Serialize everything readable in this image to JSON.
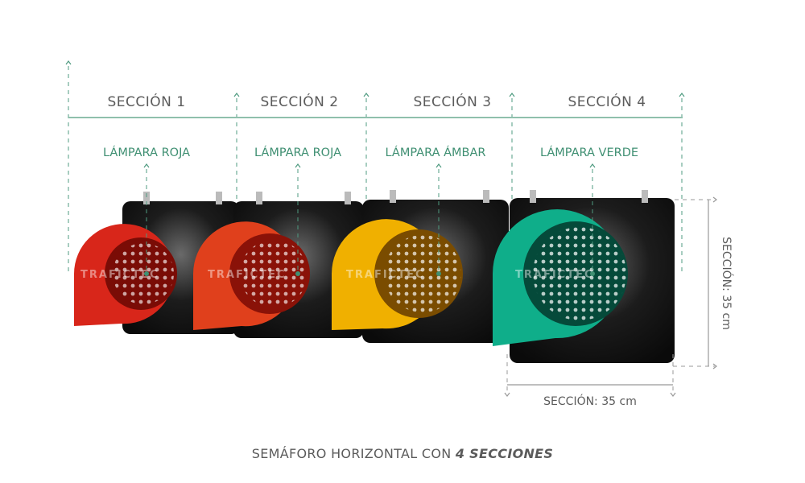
{
  "sections": [
    "SECCIÓN 1",
    "SECCIÓN 2",
    "SECCIÓN 3",
    "SECCIÓN 4"
  ],
  "lamps": [
    {
      "label": "LÁMPARA ROJA",
      "color": "#d8261a"
    },
    {
      "label": "LÁMPARA ROJA",
      "color": "#e0401c"
    },
    {
      "label": "LÁMPARA ÁMBAR",
      "color": "#f0b000"
    },
    {
      "label": "LÁMPARA VERDE",
      "color": "#0fae8a"
    }
  ],
  "watermark": "TRAFICTEC",
  "dimensions": {
    "height_label": "SECCIÓN: 35 cm",
    "width_label": "SECCIÓN: 35 cm"
  },
  "caption": {
    "prefix": "SEMÁFORO HORIZONTAL CON ",
    "emphasis": "4 SECCIONES"
  },
  "accent_color": "#4f9b80"
}
